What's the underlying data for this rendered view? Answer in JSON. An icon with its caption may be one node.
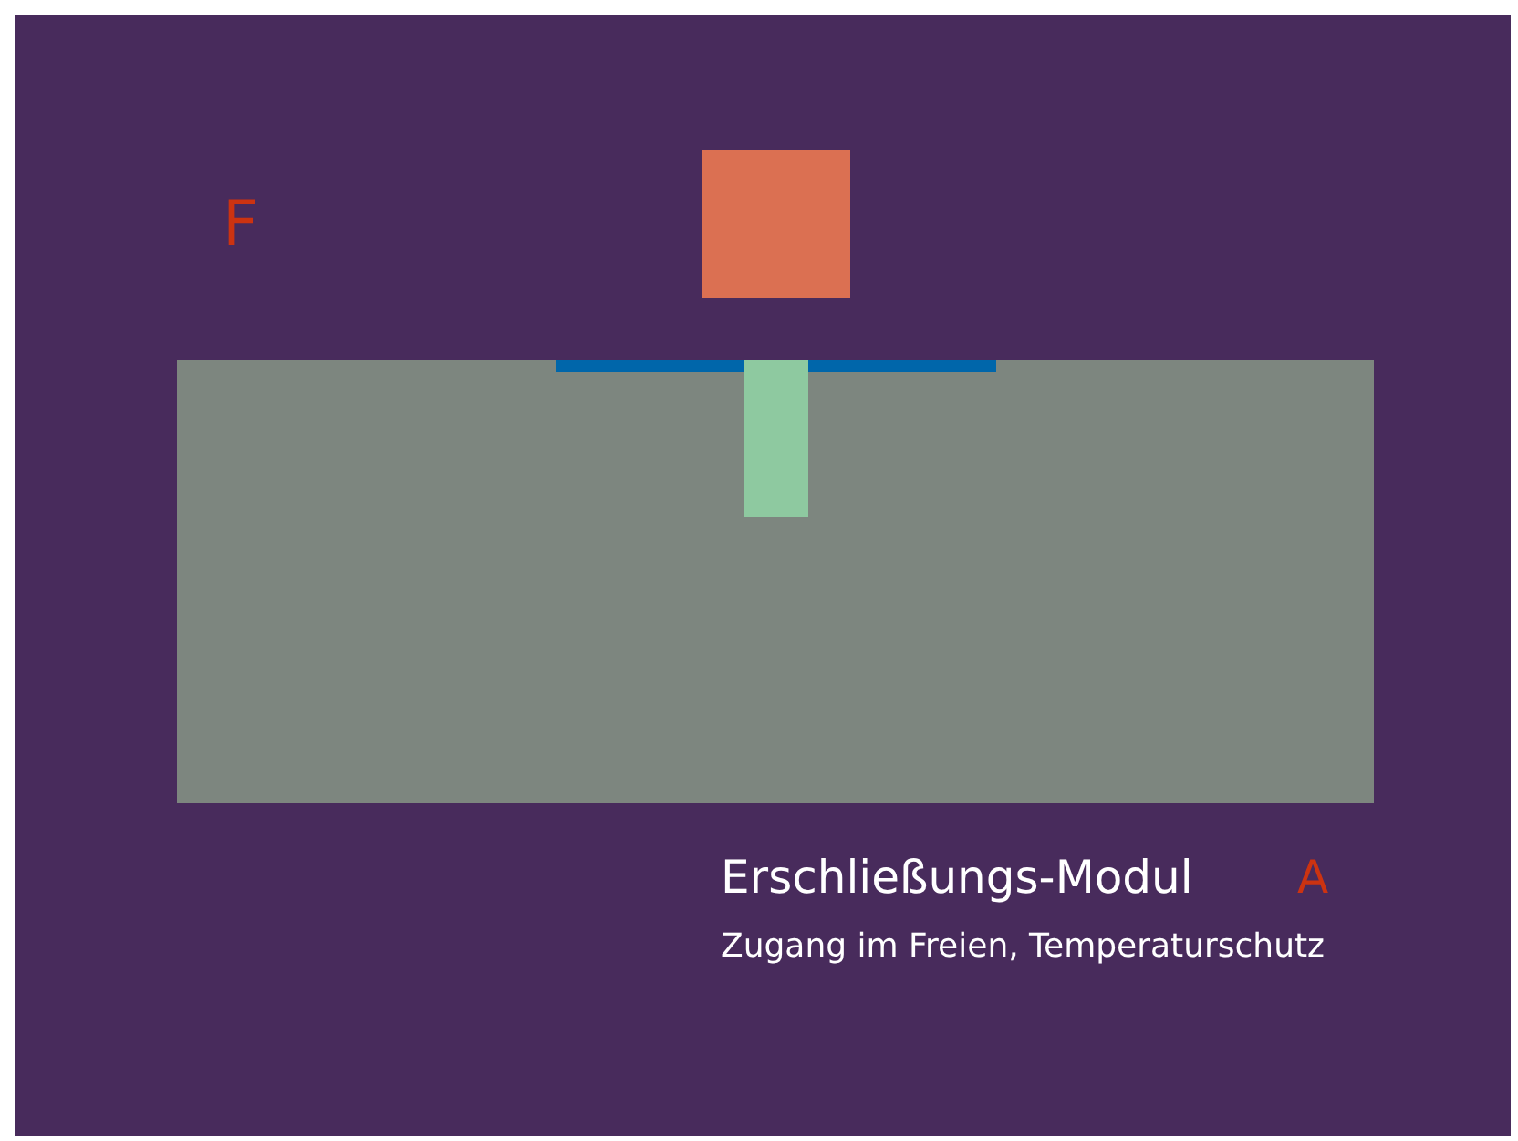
{
  "diagram": {
    "labels": [
      "F",
      "Erschließungs-Modul",
      "A",
      "Zugang im Freien, Temperaturschutz"
    ]
  }
}
